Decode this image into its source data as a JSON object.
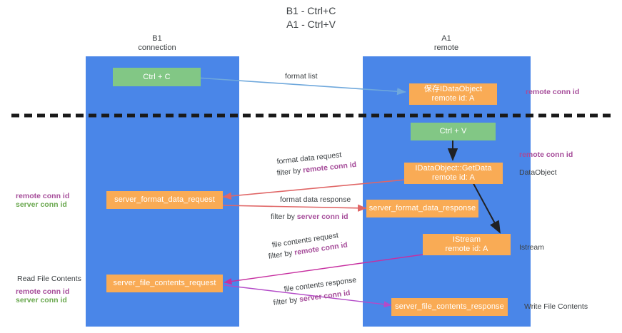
{
  "title": {
    "line1": "B1 - Ctrl+C",
    "line2": "A1 - Ctrl+V"
  },
  "columns": [
    {
      "name": "B1",
      "sub": "connection"
    },
    {
      "name": "A1",
      "sub": "remote"
    }
  ],
  "nodes": {
    "ctrl_c": "Ctrl + C",
    "ctrl_v": "Ctrl + V",
    "data_object_store_line1": "保存IDataObject",
    "data_object_store_line2": "remote id: A",
    "getdata_line1": "IDataObject::GetData",
    "getdata_line2": "remote id: A",
    "istream_line1": "IStream",
    "istream_line2": "remote id: A",
    "server_format_data_request": "server_format_data_request",
    "server_format_data_response": "server_format_data_response",
    "server_file_contents_request": "server_file_contents_request",
    "server_file_contents_response": "server_file_contents_response"
  },
  "edge_labels": {
    "format_list": "format list",
    "format_data_request": "format data request",
    "format_data_request_filter_prefix": "filter by ",
    "format_data_request_filter_key": "remote conn id",
    "format_data_response": "format data response",
    "format_data_response_filter_prefix": "filter by ",
    "format_data_response_filter_key": "server conn id",
    "file_contents_request": "file contents request",
    "file_contents_request_filter_prefix": "filter by ",
    "file_contents_request_filter_key": "remote conn id",
    "file_contents_response": "file contents response",
    "file_contents_response_filter_prefix": "filter by ",
    "file_contents_response_filter_key": "server conn id"
  },
  "annotations": {
    "right_remote_conn_id_top": "remote conn id",
    "right_remote_conn_id_mid": "remote conn id",
    "right_data_object": "DataObject",
    "right_istream": "Istream",
    "right_write_file_contents": "Write File Contents",
    "left_read_file_contents": "Read File Contents",
    "left_remote_conn_id_mid": "remote conn id",
    "left_server_conn_id_mid": "server conn id",
    "left_remote_conn_id_bottom": "remote conn id",
    "left_server_conn_id_bottom": "server conn id"
  },
  "colors": {
    "column_blue": "#4a86e8",
    "node_green": "#82c785",
    "node_orange": "#f9ab55",
    "accent_purple": "#a64d9a",
    "accent_green": "#6aa84f",
    "arrow_lightblue": "#6fa8dc",
    "arrow_red": "#e06666",
    "arrow_magenta": "#c72fa0",
    "arrow_purple": "#b44bc8",
    "arrow_black": "#202124",
    "divider_black": "#1a1a1a"
  }
}
